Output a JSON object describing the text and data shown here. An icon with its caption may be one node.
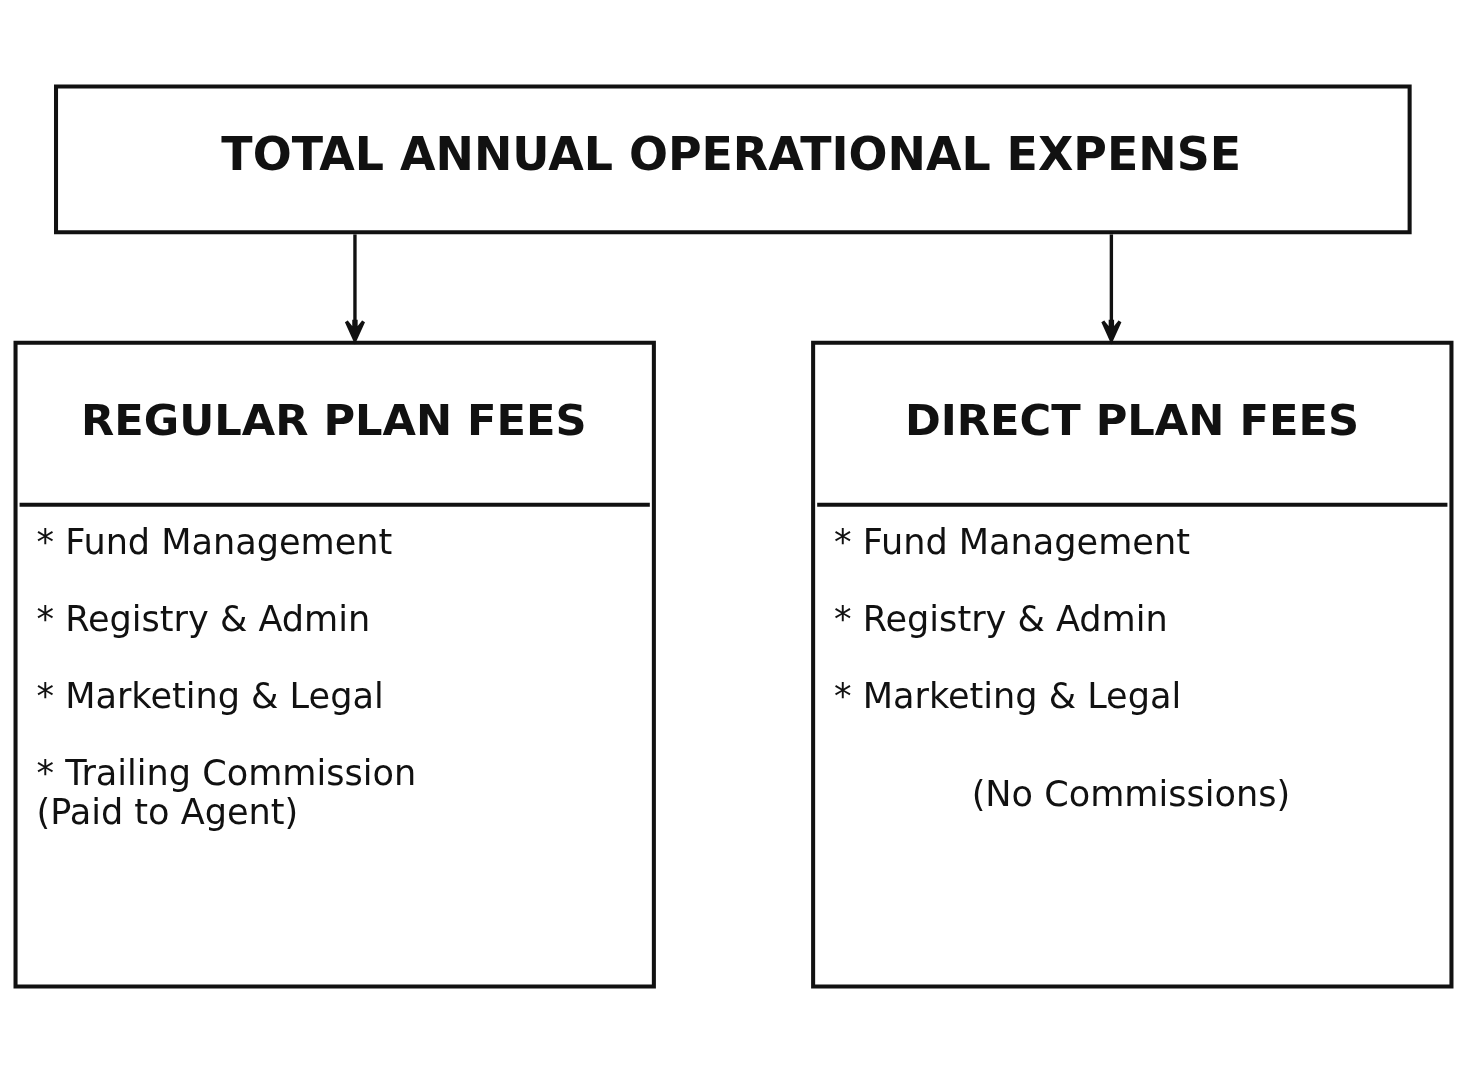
{
  "diagram": {
    "nodes": [
      {
        "text": [
          "TOTAL ANNUAL OPERATIONAL EXPENSE"
        ]
      },
      {
        "text": [
          "REGULAR PLAN FEES",
          "* Fund Management",
          "* Registry & Admin",
          "* Marketing & Legal",
          "* Trailing Commission (Paid to Agent)"
        ]
      },
      {
        "text": [
          "DIRECT PLAN FEES",
          "* Fund Management",
          "* Registry & Admin",
          "* Marketing & Legal",
          "(No Commissions)"
        ]
      }
    ],
    "edges": [
      {
        "from": 0,
        "to": 1,
        "arrow": "to"
      },
      {
        "from": 0,
        "to": 2,
        "arrow": "to"
      }
    ]
  }
}
